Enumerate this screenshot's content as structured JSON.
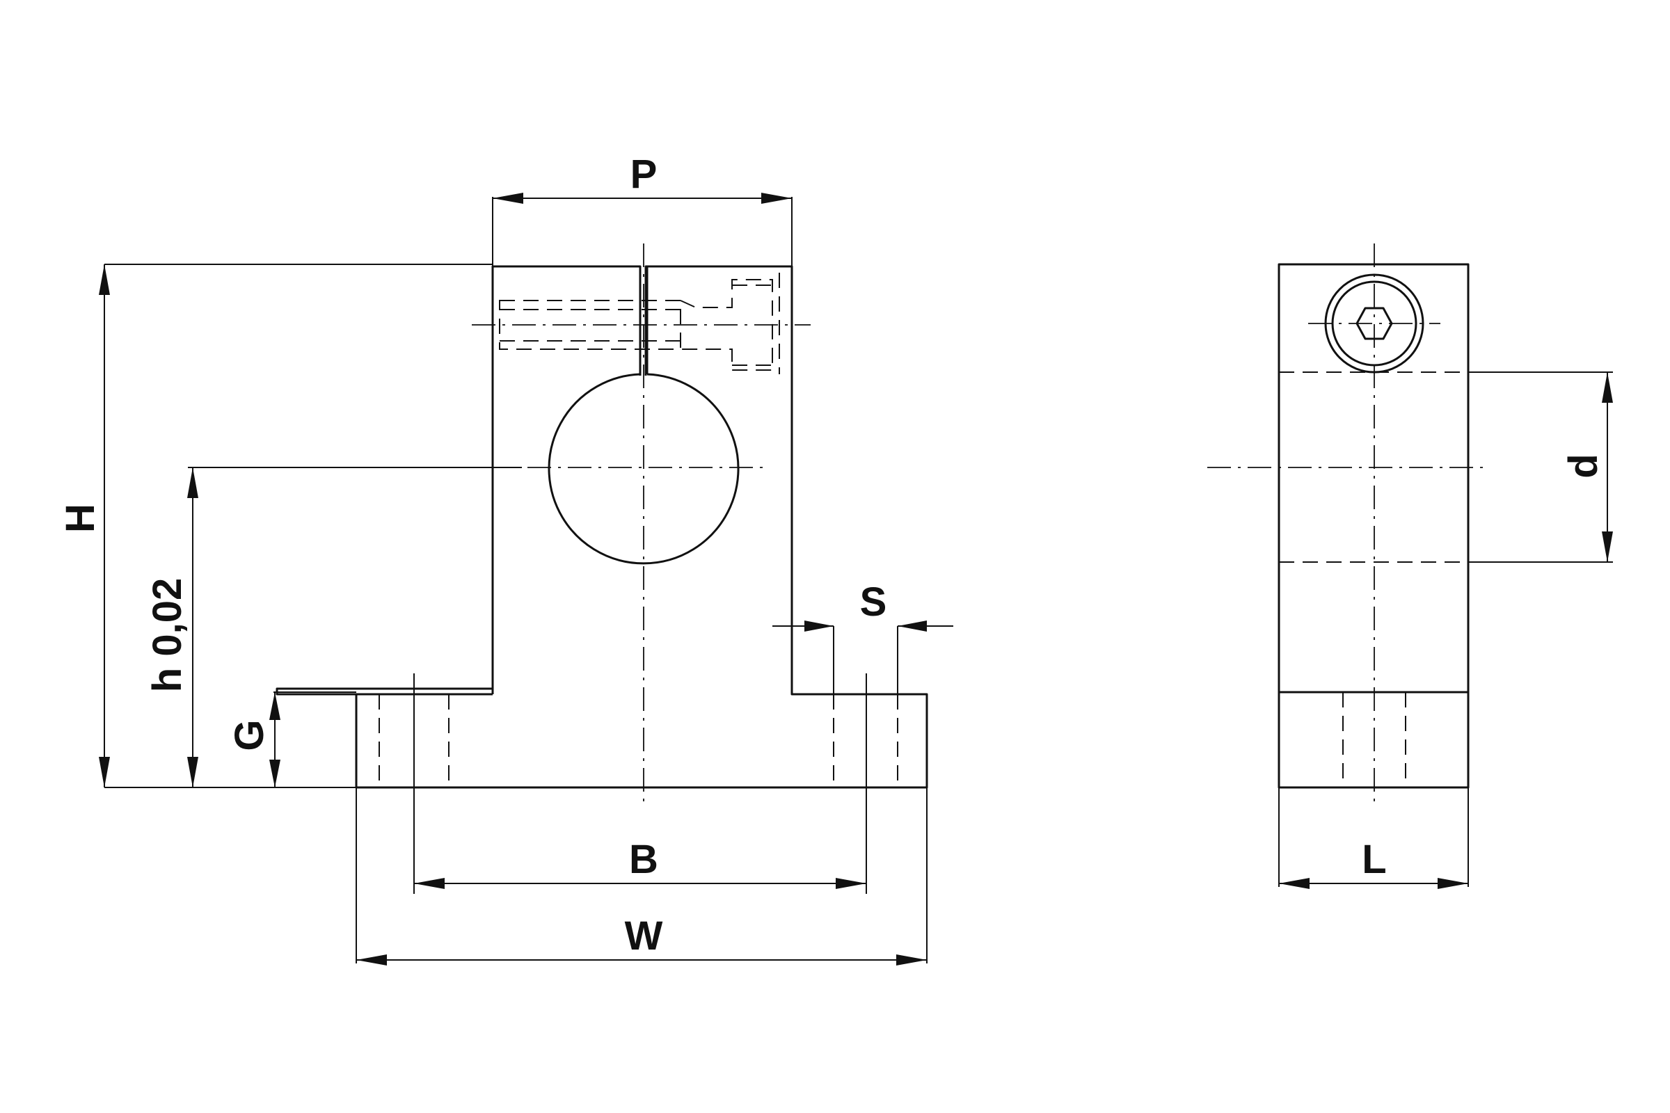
{
  "labels": {
    "p": "P",
    "h_total": "H",
    "h_axis": "h 0,02",
    "g": "G",
    "s": "S",
    "b": "B",
    "w": "W",
    "d": "d",
    "l": "L"
  },
  "colors": {
    "line": "#111111",
    "background": "#ffffff"
  }
}
